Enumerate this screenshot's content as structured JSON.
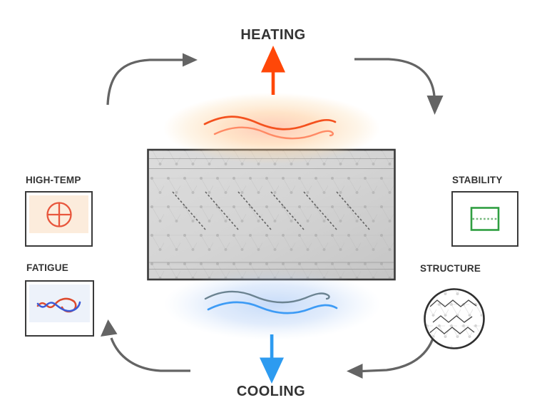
{
  "labels": {
    "heating": "HEATING",
    "cooling": "COOLING",
    "high_temp": "HIGH-TEMP",
    "fatigue": "FATIGUE",
    "stability": "STABILITY",
    "structure": "STRUCTURE"
  },
  "icons": {
    "heating": "up-arrow-icon",
    "cooling": "down-arrow-icon",
    "high_temp": "circle-plus-icon",
    "fatigue": "crossing-waves-icon",
    "stability": "dashed-rect-icon",
    "structure": "molecular-lattice-icon",
    "cycle": "curved-arrow-icons"
  },
  "colors": {
    "label_text": "#333333",
    "heating_arrow": "#FF4708",
    "cooling_arrow": "#2D9BF0",
    "cycle_arrow": "#646464",
    "box_border": "#3A3A3A",
    "sample_border": "#3A3A3A",
    "heat_wave_1": "#F4511E",
    "heat_wave_2": "#FF8A65",
    "cool_wave_1": "#6B8391",
    "cool_wave_2": "#3D9BF5",
    "hightemp_orange": "#E8563C",
    "hightemp_bg": "#FCECDC",
    "fatigue_red": "#DD4A2E",
    "fatigue_blue": "#3C5BD7",
    "fatigue_bg": "#EDF2FA",
    "stability_green": "#2F9E41",
    "stability_dash": "#74B87C",
    "heat_glow": "#FFBE7D",
    "cool_glow": "#8FB8F2",
    "sample_fill": "#D2D2D2"
  }
}
